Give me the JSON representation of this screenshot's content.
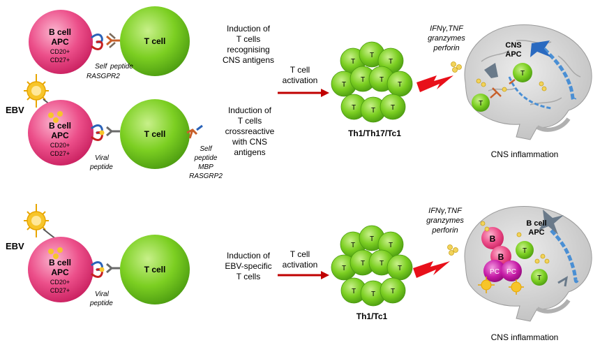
{
  "cells": {
    "bcell_title": "B cell",
    "apc": "APC",
    "cd20": "CD20+",
    "cd27": "CD27+",
    "tcell": "T cell",
    "t_letter": "T",
    "b_letter": "B",
    "pc_letter": "PC"
  },
  "left_labels": {
    "ebv": "EBV",
    "self_peptide": "Self",
    "self_peptide_2": "peptide",
    "rasgpr2": "RASGPR2",
    "viral": "Viral",
    "viral_2": "peptide",
    "mbp_1": "Self",
    "mbp_2": "peptide",
    "mbp_3": "MBP",
    "mbp_4": "RASGRP2"
  },
  "mechanisms": {
    "m1": [
      "Induction of",
      "T cells",
      "recognising",
      "CNS antigens"
    ],
    "m2": [
      "Induction of",
      "T cells",
      "crossreactive",
      "with CNS",
      "antigens"
    ],
    "m3": [
      "Induction of",
      "EBV-specific",
      "T cells"
    ]
  },
  "activation": [
    "T cell",
    "activation"
  ],
  "clusters": {
    "top_label": "Th1/Th17/Tc1",
    "bottom_label": "Th1/Tc1"
  },
  "cytokines": [
    "IFNγ,TNF",
    "granzymes",
    "perforin"
  ],
  "brain": {
    "cns_apc": [
      "CNS",
      "APC"
    ],
    "bcell_apc": [
      "B cell",
      "APC"
    ],
    "inflammation": "CNS inflammation"
  },
  "colors": {
    "bcell": "#e2337a",
    "tcell": "#6ec51c",
    "arrow": "#c00000",
    "lightning": "#e8101a",
    "brain": "#cfcfcf",
    "neuron": "#4a8fd4",
    "ebv": "#f7c52a",
    "plasma": "#c0149a"
  }
}
